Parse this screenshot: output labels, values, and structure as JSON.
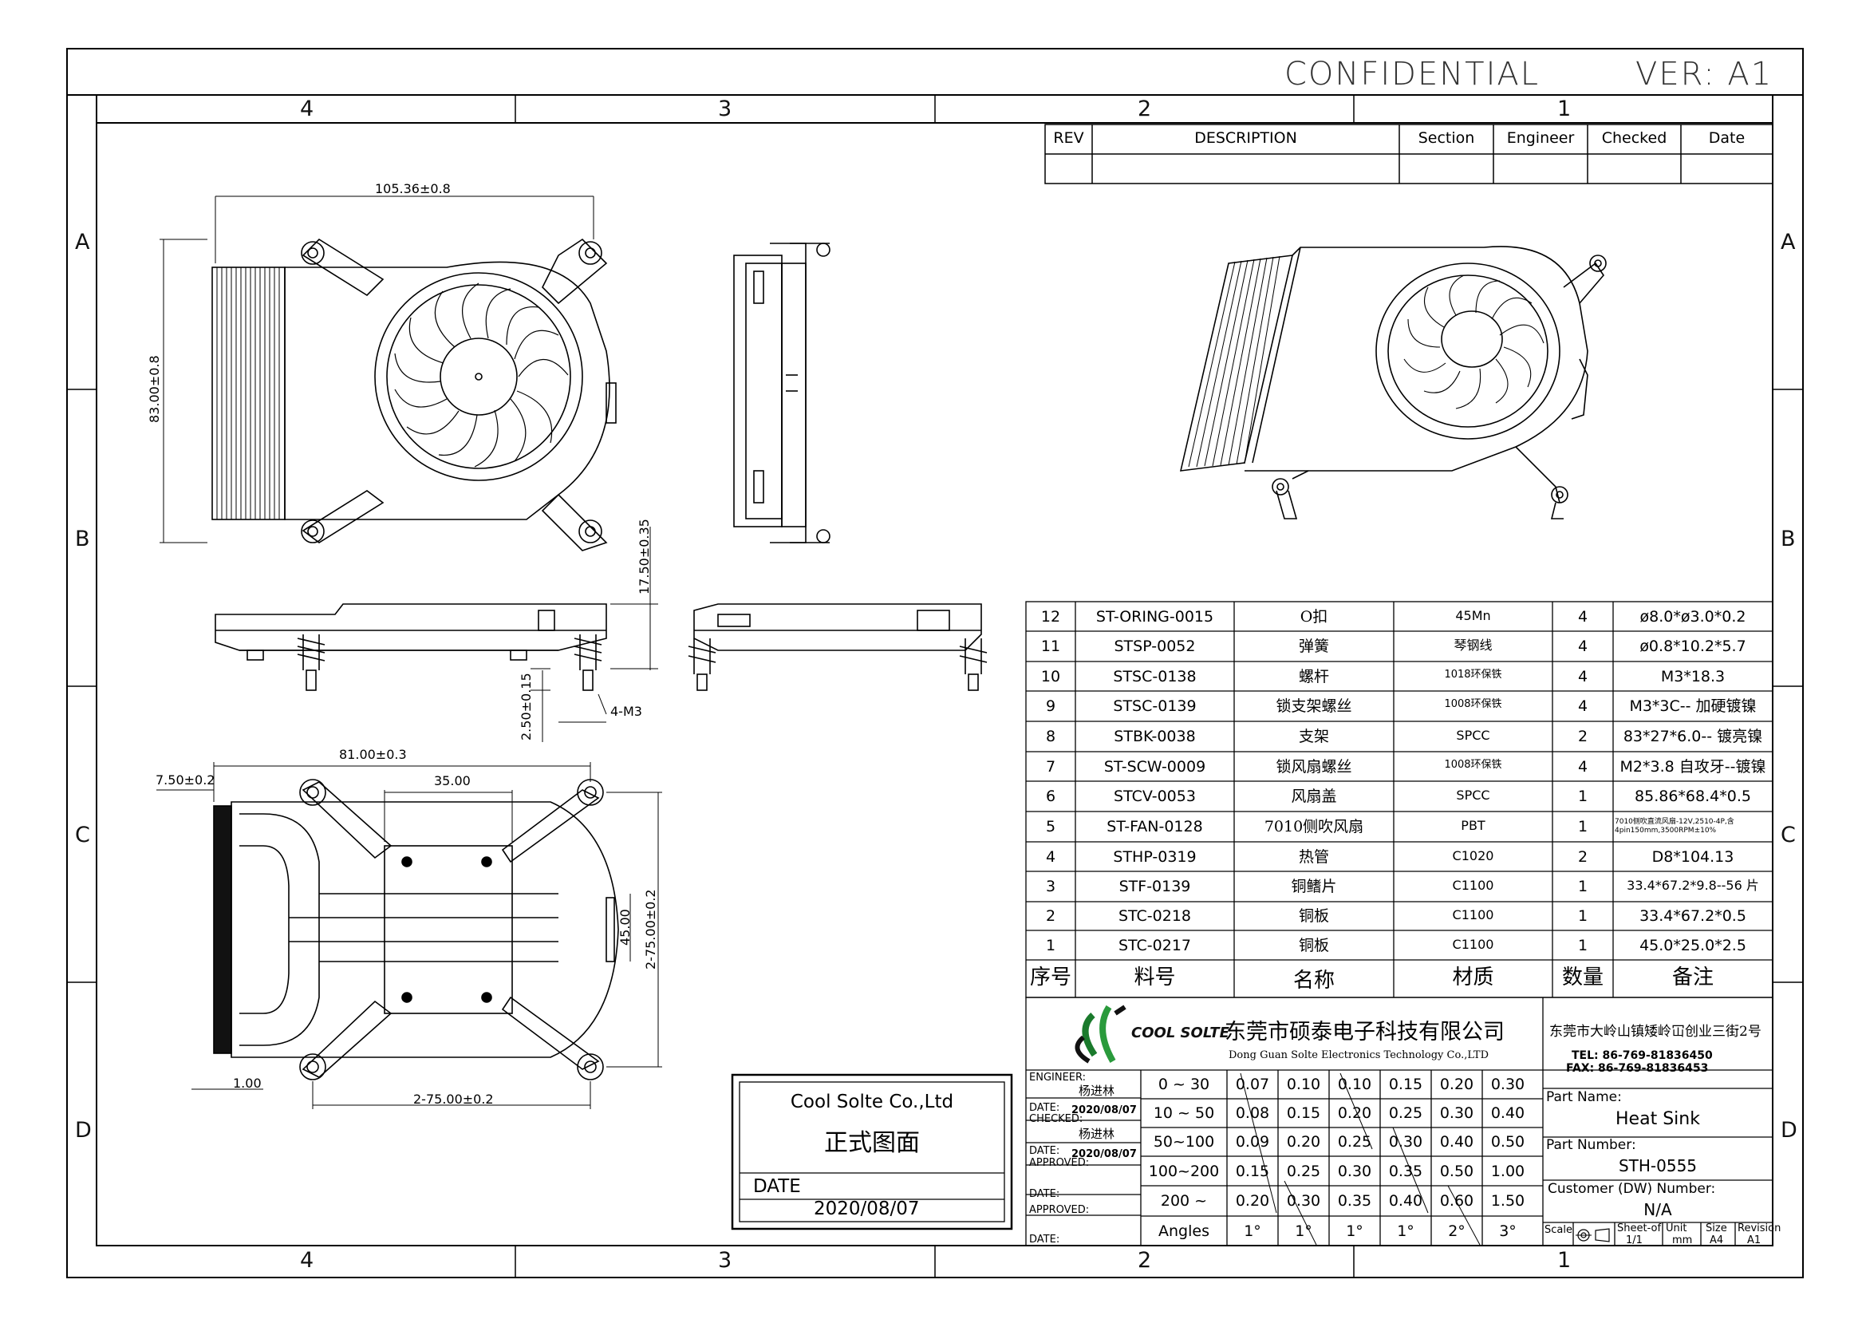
{
  "header": {
    "confidential": "CONFIDENTIAL",
    "version": "VER: A1"
  },
  "zones": {
    "columns": [
      "4",
      "3",
      "2",
      "1"
    ],
    "rows": [
      "A",
      "B",
      "C",
      "D"
    ]
  },
  "revision_table": {
    "headers": [
      "REV",
      "DESCRIPTION",
      "Section",
      "Engineer",
      "Checked",
      "Date"
    ]
  },
  "dimensions": {
    "top_width": "105.36±0.8",
    "left_height": "83.00±0.8",
    "side_height": "17.50±0.35",
    "base_offset": "2.50±0.15",
    "thread": "4-M3",
    "bottom_width": "81.00±0.3",
    "left_offset": "7.50±0.2",
    "plate_width": "35.00",
    "plate_height": "45.00",
    "hole_spacing_v": "2-75.00±0.2",
    "hole_spacing_h": "2-75.00±0.2",
    "fin_thickness": "1.00"
  },
  "bom": {
    "headers": [
      "序号",
      "料号",
      "名称",
      "材质",
      "数量",
      "备注"
    ],
    "rows": [
      {
        "no": "12",
        "part": "ST-ORING-0015",
        "name": "O扣",
        "material": "45Mn",
        "qty": "4",
        "note": "ø8.0*ø3.0*0.2"
      },
      {
        "no": "11",
        "part": "STSP-0052",
        "name": "弹簧",
        "material": "琴钢线",
        "qty": "4",
        "note": "ø0.8*10.2*5.7"
      },
      {
        "no": "10",
        "part": "STSC-0138",
        "name": "螺杆",
        "material": "1018环保铁",
        "qty": "4",
        "note": "M3*18.3"
      },
      {
        "no": "9",
        "part": "STSC-0139",
        "name": "锁支架螺丝",
        "material": "1008环保铁",
        "qty": "4",
        "note": "M3*3C-- 加硬镀镍"
      },
      {
        "no": "8",
        "part": "STBK-0038",
        "name": "支架",
        "material": "SPCC",
        "qty": "2",
        "note": "83*27*6.0-- 镀亮镍"
      },
      {
        "no": "7",
        "part": "ST-SCW-0009",
        "name": "锁风扇螺丝",
        "material": "1008环保铁",
        "qty": "4",
        "note": "M2*3.8 自攻牙--镀镍"
      },
      {
        "no": "6",
        "part": "STCV-0053",
        "name": "风扇盖",
        "material": "SPCC",
        "qty": "1",
        "note": "85.86*68.4*0.5"
      },
      {
        "no": "5",
        "part": "ST-FAN-0128",
        "name": "7010侧吹风扇",
        "material": "PBT",
        "qty": "1",
        "note": "7010侧吹直流风扇-12V,2510-4P,含4pin150mm,3500RPM±10%"
      },
      {
        "no": "4",
        "part": "STHP-0319",
        "name": "热管",
        "material": "C1020",
        "qty": "2",
        "note": "D8*104.13"
      },
      {
        "no": "3",
        "part": "STF-0139",
        "name": "铜鳍片",
        "material": "C1100",
        "qty": "1",
        "note": "33.4*67.2*9.8--56 片"
      },
      {
        "no": "2",
        "part": "STC-0218",
        "name": "铜板",
        "material": "C1100",
        "qty": "1",
        "note": "33.4*67.2*0.5"
      },
      {
        "no": "1",
        "part": "STC-0217",
        "name": "铜板",
        "material": "C1100",
        "qty": "1",
        "note": "45.0*25.0*2.5"
      }
    ]
  },
  "company": {
    "logo_text": "COOL SOLTE",
    "name_cn": "东莞市硕泰电子科技有限公司",
    "name_en": "Dong Guan Solte Electronics Technology Co.,LTD",
    "address": "东莞市大岭山镇矮岭冚创业三街2号",
    "tel": "TEL: 86-769-81836450",
    "fax": "FAX: 86-769-81836453"
  },
  "approvals": {
    "engineer_label": "ENGINEER:",
    "engineer": "杨进林",
    "date1_label": "DATE:",
    "date1": "2020/08/07",
    "checked_label": "CHECKED:",
    "checked": "杨进林",
    "date2_label": "DATE:",
    "date2": "2020/08/07",
    "approved_label": "APPROVED:",
    "date3_label": "DATE:",
    "approved2_label": "APPROVED:",
    "date4_label": "DATE:"
  },
  "tolerance": {
    "ranges": [
      "0 ~ 30",
      "10 ~ 50",
      "50~100",
      "100~200",
      "200 ~",
      "Angles"
    ],
    "values": [
      [
        "0.07",
        "0.10",
        "0.10",
        "0.15",
        "0.20",
        "0.30"
      ],
      [
        "0.08",
        "0.15",
        "0.20",
        "0.25",
        "0.30",
        "0.40"
      ],
      [
        "0.09",
        "0.20",
        "0.25",
        "0.30",
        "0.40",
        "0.50"
      ],
      [
        "0.15",
        "0.25",
        "0.30",
        "0.35",
        "0.50",
        "1.00"
      ],
      [
        "0.20",
        "0.30",
        "0.35",
        "0.40",
        "0.60",
        "1.50"
      ],
      [
        "1°",
        "1°",
        "1°",
        "1°",
        "2°",
        "3°"
      ]
    ]
  },
  "part_info": {
    "name_label": "Part Name:",
    "name": "Heat Sink",
    "number_label": "Part Number:",
    "number": "STH-0555",
    "customer_label": "Customer (DW) Number:",
    "customer": "N/A",
    "scale_label": "Scale",
    "sheet_label": "Sheet-of",
    "sheet": "1/1",
    "unit_label": "Unit",
    "unit": "mm",
    "size_label": "Size",
    "size": "A4",
    "revision_label": "Revision",
    "revision": "A1"
  },
  "stamp": {
    "company": "Cool Solte  Co.,Ltd",
    "title": "正式图面",
    "date_label": "DATE",
    "date": "2020/08/07"
  }
}
